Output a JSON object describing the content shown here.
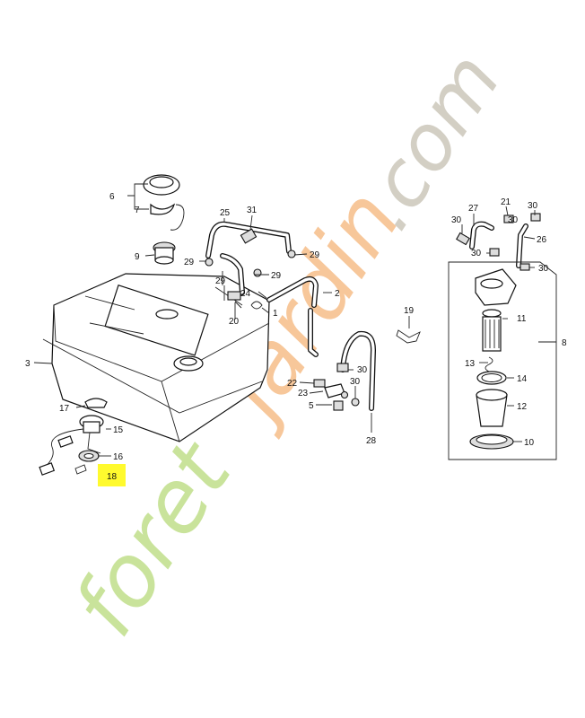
{
  "watermark": {
    "part1": "foret",
    "part2": "jardin",
    "part3": ".com",
    "color1": "#c9e39b",
    "color2": "#f7c79a",
    "color3": "#d3cfc4"
  },
  "highlight": {
    "label": "18",
    "color": "#fffa2e"
  },
  "callouts": {
    "c1": "1",
    "c2": "2",
    "c3": "3",
    "c5": "5",
    "c6": "6",
    "c7": "7",
    "c8": "8",
    "c9": "9",
    "c10": "10",
    "c11": "11",
    "c12": "12",
    "c13": "13",
    "c14": "14",
    "c15": "15",
    "c16": "16",
    "c17": "17",
    "c19": "19",
    "c20": "20",
    "c21": "21",
    "c22": "22",
    "c23": "23",
    "c24": "24",
    "c25": "25",
    "c26": "26",
    "c27": "27",
    "c28": "28",
    "c29a": "29",
    "c29b": "29",
    "c29c": "29",
    "c29d": "29",
    "c30a": "30",
    "c30b": "30",
    "c30c": "30",
    "c30d": "30",
    "c30e": "30",
    "c30f": "30",
    "c30g": "30",
    "c31": "31"
  }
}
